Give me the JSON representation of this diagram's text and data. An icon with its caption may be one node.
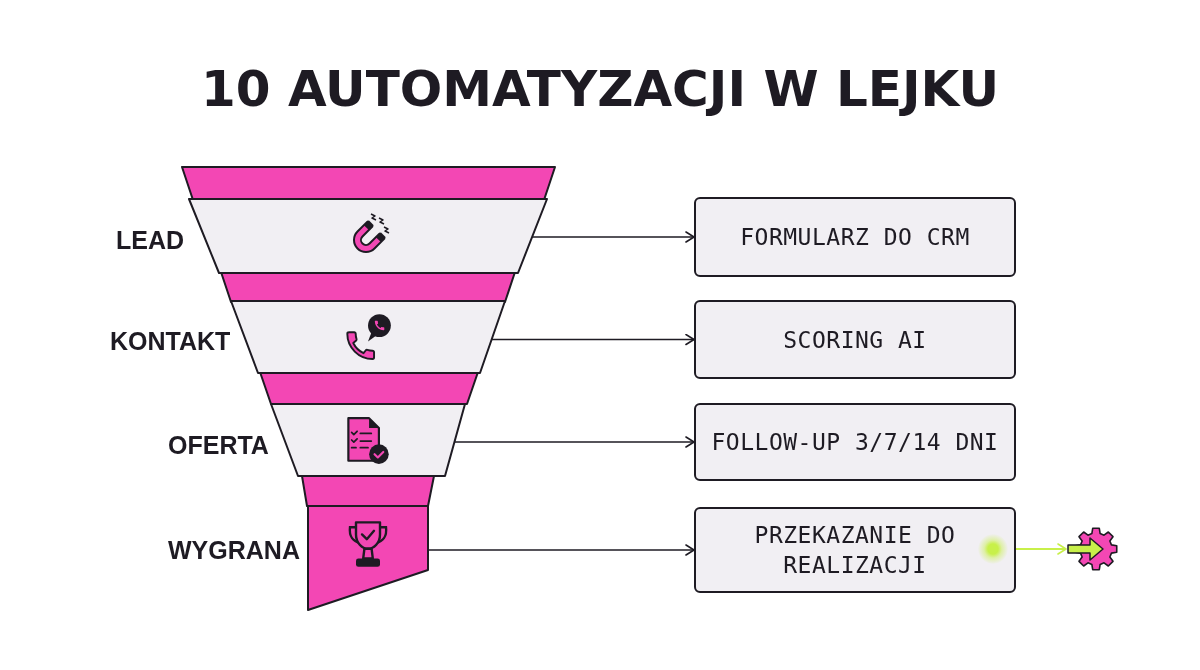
{
  "diagram": {
    "title": "10 AUTOMATYZACJI W LEJKU",
    "nodes": [
      {
        "text": [],
        "shape": "trapezoid",
        "beside": [
          "LEAD"
        ]
      },
      {
        "text": [],
        "shape": "trapezoid",
        "beside": [
          "KONTAKT"
        ]
      },
      {
        "text": [],
        "shape": "trapezoid",
        "beside": [
          "OFERTA"
        ]
      },
      {
        "text": [],
        "shape": "trapezoid",
        "beside": [
          "WYGRANA"
        ]
      },
      {
        "text": [
          "FORMULARZ DO CRM"
        ]
      },
      {
        "text": [
          "SCORING AI"
        ]
      },
      {
        "text": [
          "FOLLOW-UP 3/7/14 DNI"
        ]
      },
      {
        "text": [
          "PRZEKAZANIE DO REALIZACJI"
        ]
      },
      {
        "text": [],
        "shape": "picture"
      }
    ],
    "edges": [
      {
        "from": 0,
        "to": 4,
        "arrow": "to"
      },
      {
        "from": 1,
        "to": 5,
        "arrow": "to"
      },
      {
        "from": 2,
        "to": 6,
        "arrow": "to"
      },
      {
        "from": 3,
        "to": 7,
        "arrow": "to"
      },
      {
        "from": 7,
        "to": 8,
        "arrow": "to",
        "color": "#c8f04a"
      }
    ]
  }
}
